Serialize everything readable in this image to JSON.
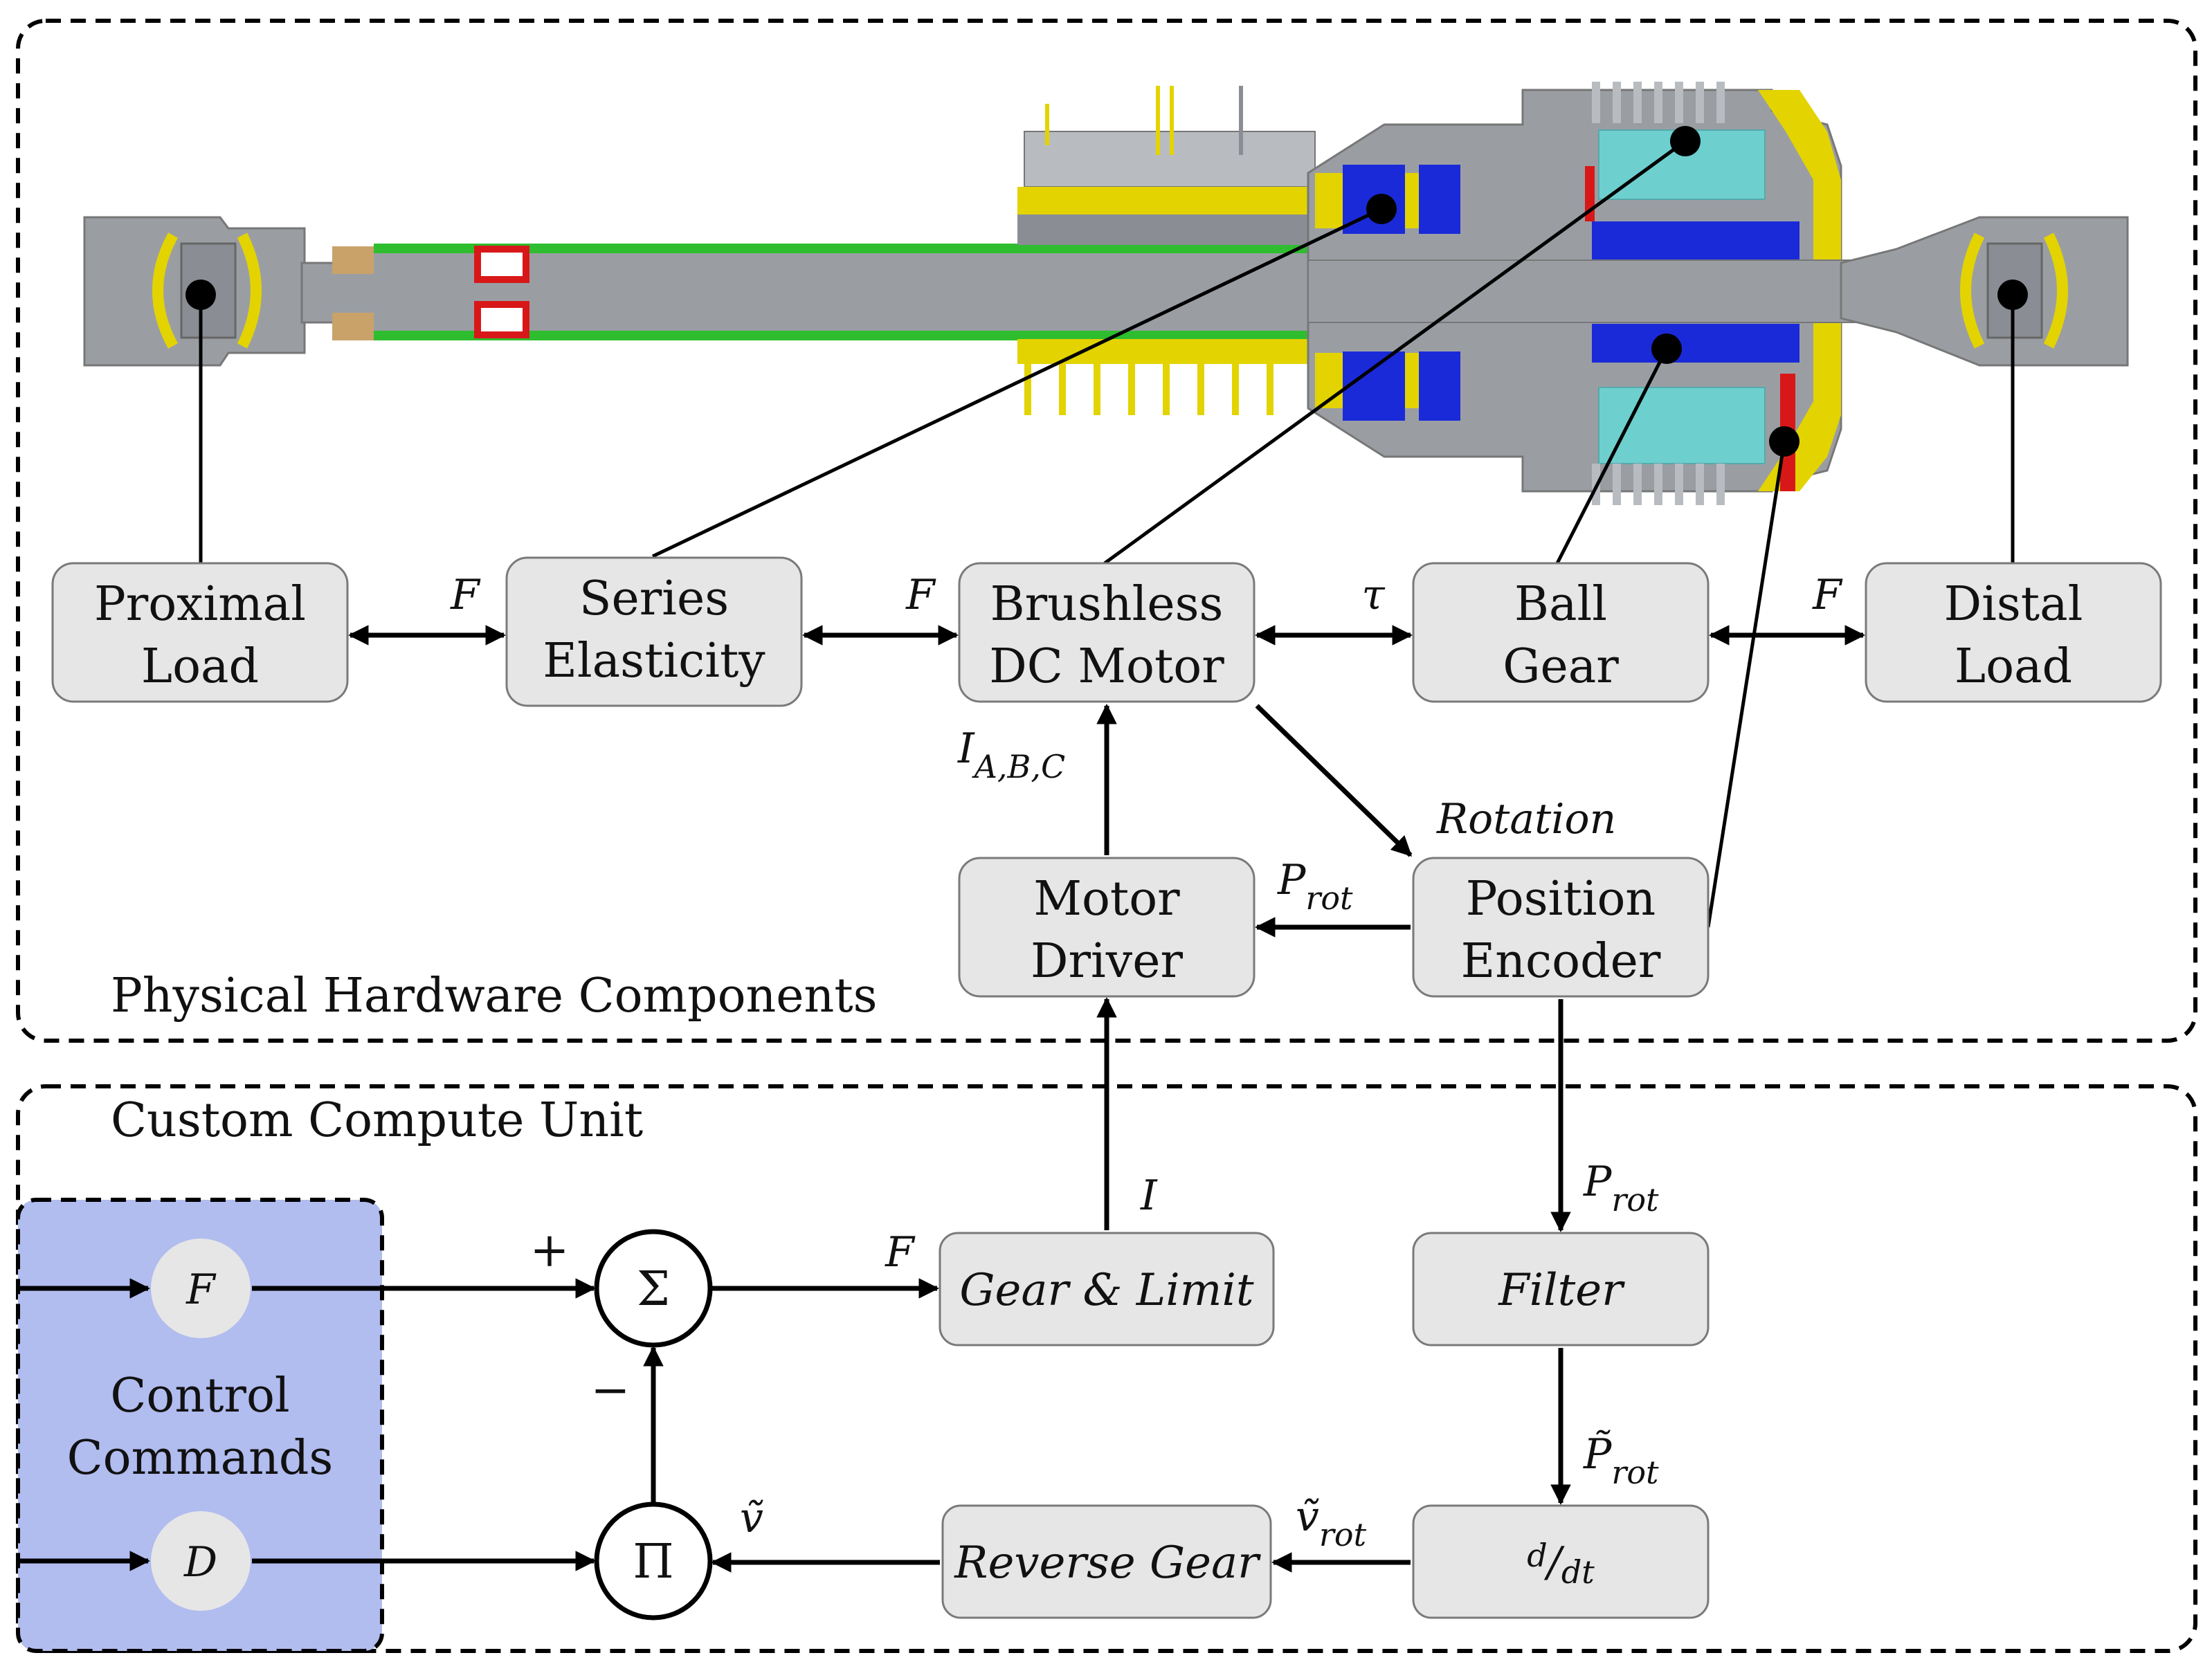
{
  "groups": {
    "hardware": "Physical Hardware Components",
    "compute": "Custom Compute Unit",
    "control": [
      "Control",
      "Commands"
    ]
  },
  "nodes": {
    "proximal_load": [
      "Proximal",
      "Load"
    ],
    "series_elasticity": [
      "Series",
      "Elasticity"
    ],
    "bldc_motor": [
      "Brushless",
      "DC Motor"
    ],
    "ball_gear": [
      "Ball",
      "Gear"
    ],
    "distal_load": [
      "Distal",
      "Load"
    ],
    "motor_driver": [
      "Motor",
      "Driver"
    ],
    "position_encoder": [
      "Position",
      "Encoder"
    ],
    "gear_limit": "Gear & Limit",
    "filter": "Filter",
    "ddt": {
      "num": "d",
      "sep": "/",
      "den": "dt"
    },
    "reverse_gear": "Reverse Gear",
    "cmd_f": "F",
    "cmd_d": "D",
    "sum": "Σ",
    "prod": "Π"
  },
  "edge_labels": {
    "f1": "F",
    "f2": "F",
    "tau": "τ",
    "f3": "F",
    "i_main": "I",
    "i_sub": "A,B,C",
    "rotation": "Rotation",
    "p_main": "P",
    "p_sub": "rot",
    "i_single": "I",
    "p2_main": "P",
    "p2_sub": "rot",
    "f_sum": "F",
    "plus": "+",
    "minus": "−",
    "pt_main": "P̃",
    "pt_sub": "rot",
    "vr_main": "ṽ",
    "vr_sub": "rot",
    "v": "ṽ"
  },
  "colors": {
    "box_fill": "#e6e6e6",
    "control_fill": "#b1bcef",
    "shaft_gray": "#9a9ea3",
    "yellow": "#e3d300",
    "green": "#2ebd2e",
    "blue": "#1a2ad8",
    "cyan": "#6ecfcf",
    "red": "#d81818"
  },
  "icons": [
    "actuator-cross-section-illustration",
    "pointer-dot-icon"
  ]
}
